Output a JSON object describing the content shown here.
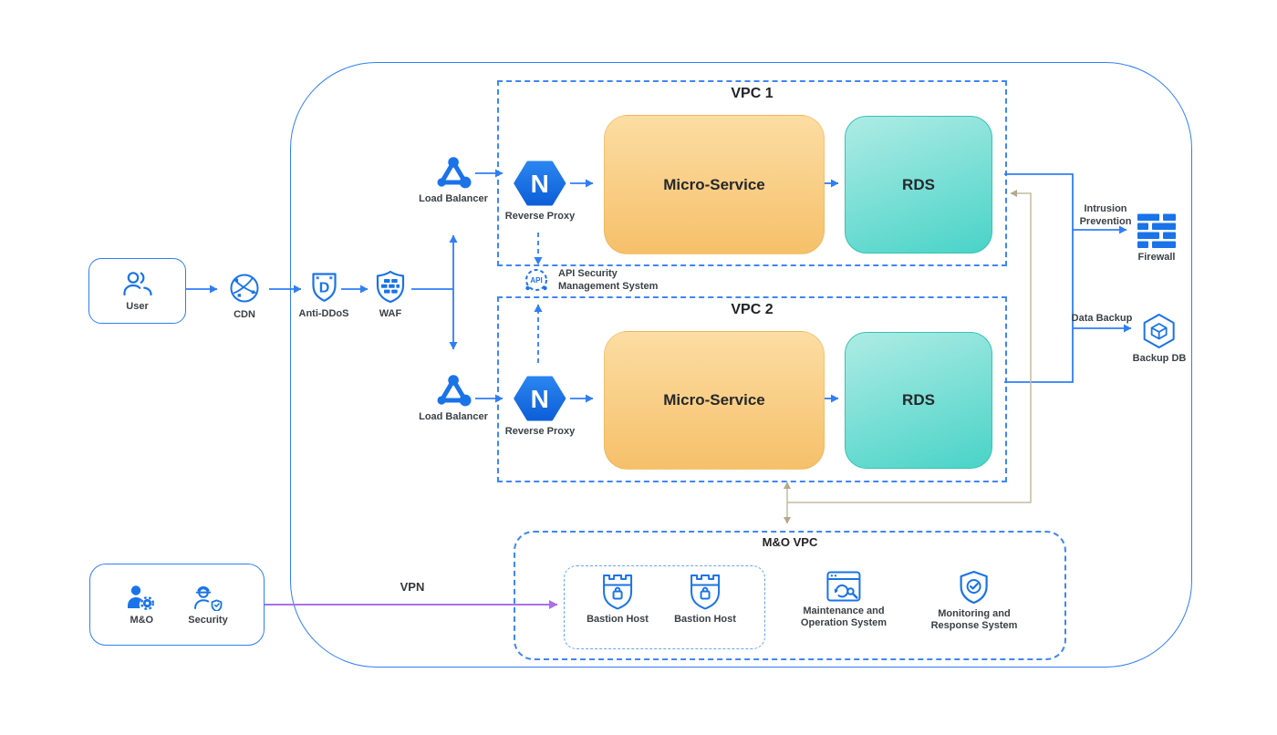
{
  "diagram": {
    "nodes": {
      "user": "User",
      "cdn": "CDN",
      "anti_ddos": "Anti-DDoS",
      "waf": "WAF",
      "load_balancer_1": "Load Balancer",
      "load_balancer_2": "Load Balancer",
      "reverse_proxy_1": "Reverse Proxy",
      "reverse_proxy_2": "Reverse Proxy",
      "nginx_letter": "N",
      "api_icon_text": "API",
      "api_label_line1": "API Security",
      "api_label_line2": "Management System",
      "micro_service_1": "Micro-Service",
      "rds_1": "RDS",
      "micro_service_2": "Micro-Service",
      "rds_2": "RDS",
      "firewall": "Firewall",
      "backup_db": "Backup DB",
      "bastion_host_1": "Bastion Host",
      "bastion_host_2": "Bastion Host",
      "maintenance_line1": "Maintenance and",
      "maintenance_line2": "Operation System",
      "monitoring_line1": "Monitoring and",
      "monitoring_line2": "Response System",
      "mo": "M&O",
      "security": "Security"
    },
    "containers": {
      "vpc1": "VPC 1",
      "vpc2": "VPC 2",
      "mo_vpc": "M&O VPC"
    },
    "edges": {
      "vpn": "VPN",
      "intrusion_line1": "Intrusion",
      "intrusion_line2": "Prevention",
      "data_backup": "Data Backup"
    },
    "colors": {
      "primary_blue": "#1a73e8",
      "line_blue": "#2f7ef7",
      "dashed_blue": "#3f86f6",
      "orange_top": "#fcdda3",
      "orange_bottom": "#f6c06a",
      "teal_top": "#aeece5",
      "teal_bottom": "#49d3c7",
      "nginx_blue": "#1266e3",
      "vpn_purple": "#a970e8",
      "management_tan": "#c3bba2"
    }
  }
}
